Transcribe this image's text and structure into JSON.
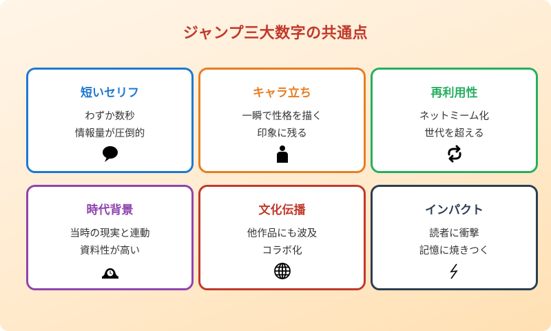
{
  "title": "ジャンプ三大数字の共通点",
  "colors": {
    "title": "#c0392b",
    "desc_text": "#333333"
  },
  "cards": [
    {
      "title": "短いセリフ",
      "lines": [
        "わずか数秒",
        "情報量が圧倒的"
      ],
      "icon": "speech-bubble-icon",
      "color": "#1f78d1"
    },
    {
      "title": "キャラ立ち",
      "lines": [
        "一瞬で性格を描く",
        "印象に残る"
      ],
      "icon": "person-icon",
      "color": "#e67e22"
    },
    {
      "title": "再利用性",
      "lines": [
        "ネットミーム化",
        "世代を超える"
      ],
      "icon": "recycle-arrows-icon",
      "color": "#27ae60"
    },
    {
      "title": "時代背景",
      "lines": [
        "当時の現実と連動",
        "資料性が高い"
      ],
      "icon": "mantel-clock-icon",
      "color": "#8e44ad"
    },
    {
      "title": "文化伝播",
      "lines": [
        "他作品にも波及",
        "コラボ化"
      ],
      "icon": "globe-icon",
      "color": "#c0392b"
    },
    {
      "title": "インパクト",
      "lines": [
        "読者に衝撃",
        "記憶に焼きつく"
      ],
      "icon": "lightning-icon",
      "color": "#2c3e50"
    }
  ]
}
